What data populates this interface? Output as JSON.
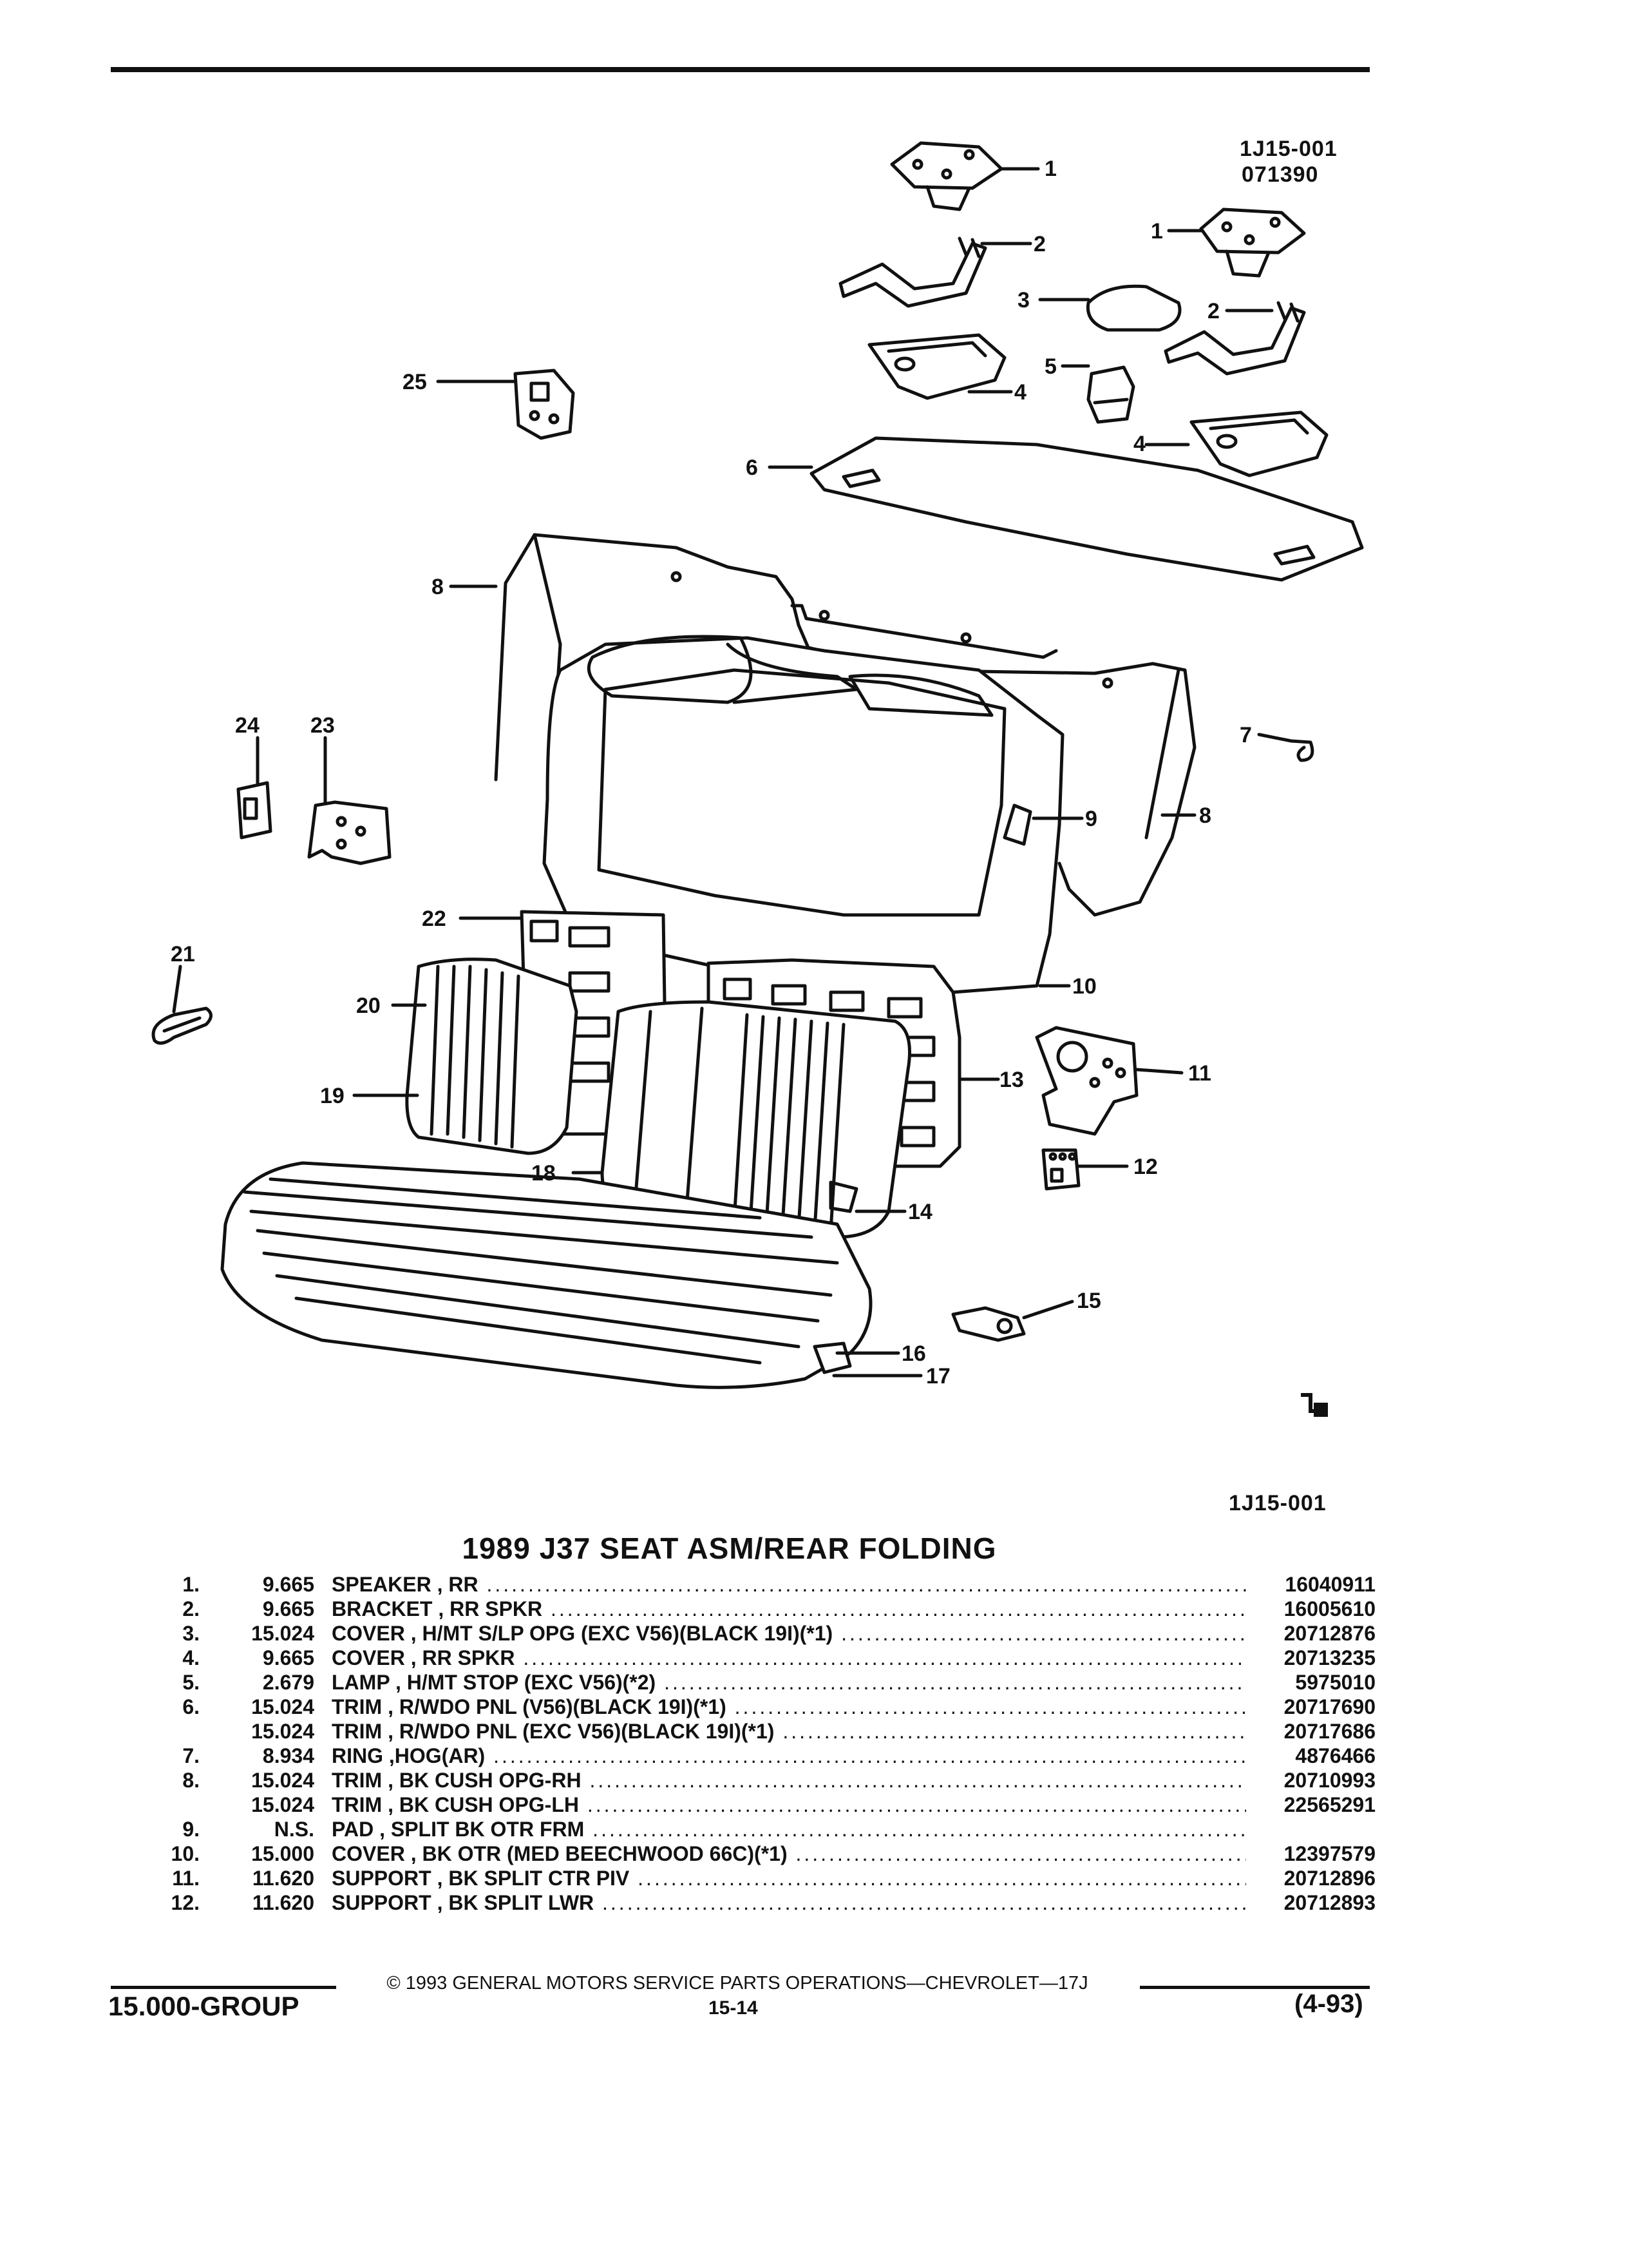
{
  "diagram": {
    "ref_code": "1J15-001",
    "ref_date": "071390",
    "bottom_ref": "1J15-001",
    "callouts": [
      "1",
      "1",
      "2",
      "2",
      "3",
      "4",
      "4",
      "5",
      "6",
      "7",
      "8",
      "8",
      "9",
      "10",
      "11",
      "12",
      "13",
      "14",
      "15",
      "16",
      "17",
      "18",
      "19",
      "20",
      "21",
      "22",
      "23",
      "24",
      "25"
    ]
  },
  "parts": {
    "title": "1989 J37 SEAT ASM/REAR FOLDING",
    "rows": [
      {
        "num": "1.",
        "code": "9.665",
        "desc": "SPEAKER , RR",
        "part": "16040911"
      },
      {
        "num": "2.",
        "code": "9.665",
        "desc": "BRACKET , RR SPKR",
        "part": "16005610"
      },
      {
        "num": "3.",
        "code": "15.024",
        "desc": "COVER , H/MT S/LP OPG (EXC V56)(BLACK 19I)(*1)",
        "part": "20712876"
      },
      {
        "num": "4.",
        "code": "9.665",
        "desc": "COVER , RR SPKR",
        "part": "20713235"
      },
      {
        "num": "5.",
        "code": "2.679",
        "desc": "LAMP , H/MT STOP (EXC V56)(*2)",
        "part": "5975010"
      },
      {
        "num": "6.",
        "code": "15.024",
        "desc": "TRIM , R/WDO PNL (V56)(BLACK 19I)(*1)",
        "part": "20717690"
      },
      {
        "num": "",
        "code": "15.024",
        "desc": "TRIM , R/WDO PNL (EXC V56)(BLACK 19I)(*1)",
        "part": "20717686"
      },
      {
        "num": "7.",
        "code": "8.934",
        "desc": "RING ,HOG(AR)",
        "part": "4876466"
      },
      {
        "num": "8.",
        "code": "15.024",
        "desc": "TRIM , BK CUSH OPG-RH",
        "part": "20710993"
      },
      {
        "num": "",
        "code": "15.024",
        "desc": "TRIM , BK CUSH OPG-LH",
        "part": "22565291"
      },
      {
        "num": "9.",
        "code": "N.S.",
        "desc": "PAD , SPLIT BK OTR FRM",
        "part": ""
      },
      {
        "num": "10.",
        "code": "15.000",
        "desc": "COVER , BK OTR (MED BEECHWOOD 66C)(*1)",
        "part": "12397579"
      },
      {
        "num": "11.",
        "code": "11.620",
        "desc": "SUPPORT , BK SPLIT CTR PIV",
        "part": "20712896"
      },
      {
        "num": "12.",
        "code": "11.620",
        "desc": "SUPPORT , BK SPLIT LWR",
        "part": "20712893"
      }
    ]
  },
  "footer": {
    "copyright": "© 1993 GENERAL MOTORS SERVICE PARTS OPERATIONS—CHEVROLET—17J",
    "group": "15.000-GROUP",
    "page": "15-14",
    "date": "(4-93)"
  }
}
